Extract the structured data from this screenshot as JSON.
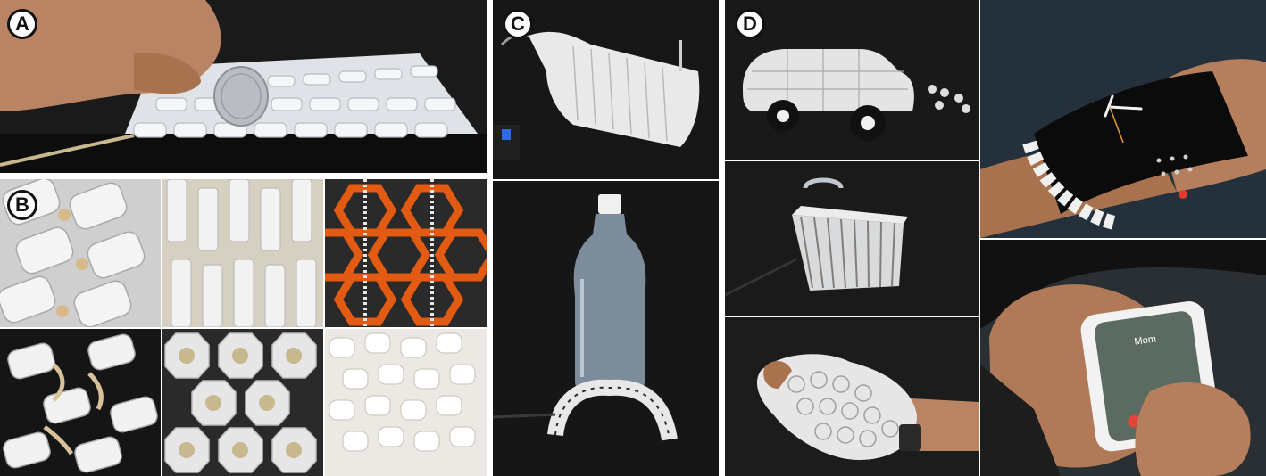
{
  "panels": {
    "a": {
      "label": "A"
    },
    "b": {
      "label": "B"
    },
    "c": {
      "label": "C"
    },
    "d": {
      "label": "D"
    }
  },
  "phone_screen": {
    "caller": "Mom"
  },
  "colors": {
    "background": "#ffffff",
    "dark_backdrop": "#161616",
    "chain_white": "#eeeeee",
    "cord_tan": "#d8c29a",
    "accent_orange": "#e35a12"
  }
}
